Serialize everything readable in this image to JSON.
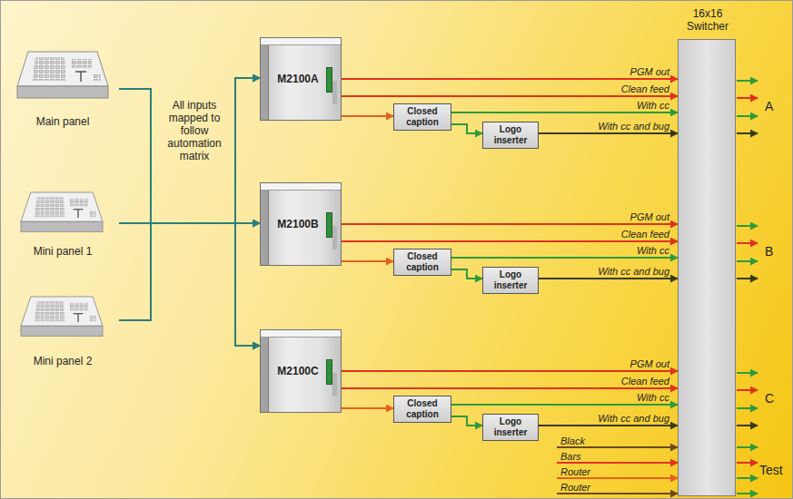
{
  "diagram": {
    "nodes": [
      {
        "text": [
          "Main panel"
        ]
      },
      {
        "text": [
          "Mini panel 1"
        ]
      },
      {
        "text": [
          "Mini panel 2"
        ]
      },
      {
        "text": [
          "M2100A"
        ]
      },
      {
        "text": [
          "Closed caption"
        ]
      },
      {
        "text": [
          "Logo inserter"
        ]
      },
      {
        "text": [
          "M2100B"
        ]
      },
      {
        "text": [
          "Closed caption"
        ]
      },
      {
        "text": [
          "Logo inserter"
        ]
      },
      {
        "text": [
          "M2100C"
        ]
      },
      {
        "text": [
          "Closed caption"
        ]
      },
      {
        "text": [
          "Logo inserter"
        ]
      },
      {
        "text": [
          "16x16 Switcher"
        ]
      }
    ],
    "edges": [
      {
        "from": 0,
        "to": 3,
        "arrow": "to"
      },
      {
        "from": 0,
        "to": 6,
        "arrow": "to"
      },
      {
        "from": 0,
        "to": 9,
        "arrow": "to"
      },
      {
        "from": 1,
        "to": 3,
        "arrow": "to"
      },
      {
        "from": 1,
        "to": 6,
        "arrow": "to"
      },
      {
        "from": 1,
        "to": 9,
        "arrow": "to"
      },
      {
        "from": 2,
        "to": 3,
        "arrow": "to"
      },
      {
        "from": 2,
        "to": 6,
        "arrow": "to"
      },
      {
        "from": 2,
        "to": 9,
        "arrow": "to"
      },
      {
        "from": 3,
        "to": 12,
        "label": "PGM out",
        "arrow": "to"
      },
      {
        "from": 3,
        "to": 12,
        "label": "Clean feed",
        "arrow": "to"
      },
      {
        "from": 3,
        "to": 4,
        "arrow": "to"
      },
      {
        "from": 4,
        "to": 12,
        "label": "With cc",
        "arrow": "to"
      },
      {
        "from": 4,
        "to": 5,
        "arrow": "to"
      },
      {
        "from": 5,
        "to": 12,
        "label": "With cc and bug",
        "arrow": "to"
      },
      {
        "from": 6,
        "to": 12,
        "label": "PGM out",
        "arrow": "to"
      },
      {
        "from": 6,
        "to": 12,
        "label": "Clean feed",
        "arrow": "to"
      },
      {
        "from": 6,
        "to": 7,
        "arrow": "to"
      },
      {
        "from": 7,
        "to": 12,
        "label": "With cc",
        "arrow": "to"
      },
      {
        "from": 7,
        "to": 8,
        "arrow": "to"
      },
      {
        "from": 8,
        "to": 12,
        "label": "With cc and bug",
        "arrow": "to"
      },
      {
        "from": 9,
        "to": 12,
        "label": "PGM out",
        "arrow": "to"
      },
      {
        "from": 9,
        "to": 12,
        "label": "Clean feed",
        "arrow": "to"
      },
      {
        "from": 9,
        "to": 10,
        "arrow": "to"
      },
      {
        "from": 10,
        "to": 12,
        "label": "With cc",
        "arrow": "to"
      },
      {
        "from": 10,
        "to": 11,
        "arrow": "to"
      },
      {
        "from": 11,
        "to": 12,
        "label": "With cc and bug",
        "arrow": "to"
      }
    ],
    "labels": [
      "All inputs mapped to follow automation matrix",
      "A",
      "B",
      "C",
      "Test",
      "Black",
      "Bars",
      "Router",
      "Router"
    ]
  }
}
